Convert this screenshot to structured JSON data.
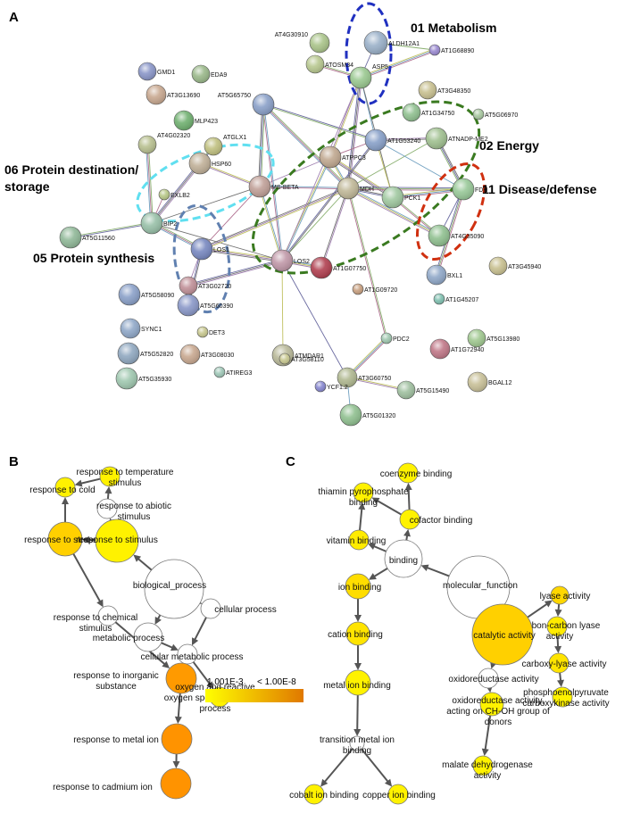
{
  "panels": {
    "a": {
      "letter": "A",
      "clusters": [
        "01 Metabolism",
        "02 Energy",
        "06 Protein destination/",
        "storage",
        "11 Disease/defense",
        "05 Protein synthesis"
      ],
      "nodes": [
        {
          "label": "GMD1",
          "color": "#8a96c8"
        },
        {
          "label": "AT4G30910",
          "color": "#aac48a"
        },
        {
          "label": "ALDH12A1",
          "color": "#9ab0c8"
        },
        {
          "label": "AT1G68890",
          "color": "#9a8ad0"
        },
        {
          "label": "EDA9",
          "color": "#9ab88a"
        },
        {
          "label": "AT3G13690",
          "color": "#c8a890"
        },
        {
          "label": "ATOSM34",
          "color": "#b8c890"
        },
        {
          "label": "ASP5",
          "color": "#9ac890"
        },
        {
          "label": "AT3G48350",
          "color": "#c8c090"
        },
        {
          "label": "AT5G65750",
          "color": "#8aa0c8"
        },
        {
          "label": "AT1G34750",
          "color": "#90c090"
        },
        {
          "label": "AT5G06970",
          "color": "#a8c8a0"
        },
        {
          "label": "MLP423",
          "color": "#70b070"
        },
        {
          "label": "AT4G02320",
          "color": "#b8c090"
        },
        {
          "label": "ATGLX1",
          "color": "#c0c080"
        },
        {
          "label": "AT1G53240",
          "color": "#88a0c8"
        },
        {
          "label": "ATNADP-ME2",
          "color": "#a0c090"
        },
        {
          "label": "HSP60",
          "color": "#c0b098"
        },
        {
          "label": "ATPPC3",
          "color": "#c0a890"
        },
        {
          "label": "MDH",
          "color": "#c0b898"
        },
        {
          "label": "FDH",
          "color": "#98c898"
        },
        {
          "label": "PCK1",
          "color": "#a0c8a0"
        },
        {
          "label": "EXLB2",
          "color": "#b8c888"
        },
        {
          "label": "MS-BETA",
          "color": "#c0a098"
        },
        {
          "label": "BIP2",
          "color": "#98c0a8"
        },
        {
          "label": "AT4G35090",
          "color": "#90c090"
        },
        {
          "label": "AT5G11560",
          "color": "#90b898"
        },
        {
          "label": "LOS1",
          "color": "#7888c0"
        },
        {
          "label": "LOS2",
          "color": "#c098a8"
        },
        {
          "label": "AT1G07750",
          "color": "#b04050"
        },
        {
          "label": "BXL1",
          "color": "#90a8c8"
        },
        {
          "label": "AT3G45940",
          "color": "#c8c090"
        },
        {
          "label": "AT3G02720",
          "color": "#c09098"
        },
        {
          "label": "AT5G58090",
          "color": "#8aa0c8"
        },
        {
          "label": "AT5G60390",
          "color": "#8a98c8"
        },
        {
          "label": "AT1G09720",
          "color": "#c8a080"
        },
        {
          "label": "AT1G45207",
          "color": "#80c0b0"
        },
        {
          "label": "SYNC1",
          "color": "#90a8c8"
        },
        {
          "label": "DET3",
          "color": "#c8c890"
        },
        {
          "label": "PDC2",
          "color": "#a0c8b0"
        },
        {
          "label": "AT5G13980",
          "color": "#a0c890"
        },
        {
          "label": "AT5G52820",
          "color": "#90a8c0"
        },
        {
          "label": "AT3G08030",
          "color": "#c8a890"
        },
        {
          "label": "ATMDAR1",
          "color": "#b8b898"
        },
        {
          "label": "AT1G72940",
          "color": "#c07888"
        },
        {
          "label": "AT3G60750",
          "color": "#b0b890"
        },
        {
          "label": "AT5G35930",
          "color": "#a0c8b0"
        },
        {
          "label": "ATIREG3",
          "color": "#a0c8b8"
        },
        {
          "label": "AT3G58110",
          "color": "#c8c890"
        },
        {
          "label": "AT5G15490",
          "color": "#a0c0a0"
        },
        {
          "label": "BGAL12",
          "color": "#c8c098"
        },
        {
          "label": "YCF1.2",
          "color": "#8888d0"
        },
        {
          "label": "AT5G01320",
          "color": "#90c090"
        }
      ]
    },
    "b": {
      "letter": "B",
      "nodes": [
        {
          "lines": [
            "response to temperature",
            "stimulus"
          ],
          "level": 0.1
        },
        {
          "lines": [
            "response to cold"
          ],
          "level": 0.1
        },
        {
          "lines": [
            "response to abiotic",
            "stimulus"
          ],
          "level": null
        },
        {
          "lines": [
            "response to stress"
          ],
          "level": 0.35
        },
        {
          "lines": [
            "response to stimulus"
          ],
          "level": 0.1
        },
        {
          "lines": [
            "biological_process"
          ],
          "level": null
        },
        {
          "lines": [
            "cellular process"
          ],
          "level": null
        },
        {
          "lines": [
            "response to chemical",
            "stimulus"
          ],
          "level": null
        },
        {
          "lines": [
            "metabolic process"
          ],
          "level": null
        },
        {
          "lines": [
            "cellular metabolic process"
          ],
          "level": null
        },
        {
          "lines": [
            "response to inorganic",
            "substance"
          ],
          "level": 0.75
        },
        {
          "lines": [
            "oxygen and reactive",
            "oxygen species metabolic",
            "process"
          ],
          "level": 0.1
        },
        {
          "lines": [
            "response to metal ion"
          ],
          "level": 0.8
        },
        {
          "lines": [
            "response to cadmium ion"
          ],
          "level": 0.8
        }
      ],
      "legend": {
        "low": "1.001E-3",
        "high": "< 1.00E-8",
        "low_color": "#ffff00",
        "high_color": "#e07800"
      }
    },
    "c": {
      "letter": "C",
      "nodes": [
        {
          "lines": [
            "coenzyme binding"
          ],
          "level": 0.1
        },
        {
          "lines": [
            "thiamin pyrophosphate",
            "binding"
          ],
          "level": 0.1
        },
        {
          "lines": [
            "cofactor binding"
          ],
          "level": 0.1
        },
        {
          "lines": [
            "vitamin binding"
          ],
          "level": 0.15
        },
        {
          "lines": [
            "binding"
          ],
          "level": null
        },
        {
          "lines": [
            "molecular_function"
          ],
          "level": null
        },
        {
          "lines": [
            "ion binding"
          ],
          "level": 0.25
        },
        {
          "lines": [
            "lyase activity"
          ],
          "level": 0.3
        },
        {
          "lines": [
            "carbon-carbon lyase",
            "activity"
          ],
          "level": 0.15
        },
        {
          "lines": [
            "catalytic activity"
          ],
          "level": 0.35
        },
        {
          "lines": [
            "carboxy-lyase activity"
          ],
          "level": 0.2
        },
        {
          "lines": [
            "cation binding"
          ],
          "level": 0.2
        },
        {
          "lines": [
            "oxidoreductase activity"
          ],
          "level": null
        },
        {
          "lines": [
            "phosphoenolpyruvate",
            "carboxykinase activity"
          ],
          "level": 0.1
        },
        {
          "lines": [
            "metal ion binding"
          ],
          "level": 0.1
        },
        {
          "lines": [
            "oxidoreductase activity,",
            "acting on CH-OH group of",
            "donors"
          ],
          "level": 0.1
        },
        {
          "lines": [
            "transition metal ion",
            "binding"
          ],
          "level": null
        },
        {
          "lines": [
            "malate dehydrogenase",
            "activity"
          ],
          "level": 0.1
        },
        {
          "lines": [
            "cobalt ion binding"
          ],
          "level": 0.1
        },
        {
          "lines": [
            "copper ion binding"
          ],
          "level": 0.1
        }
      ]
    }
  }
}
